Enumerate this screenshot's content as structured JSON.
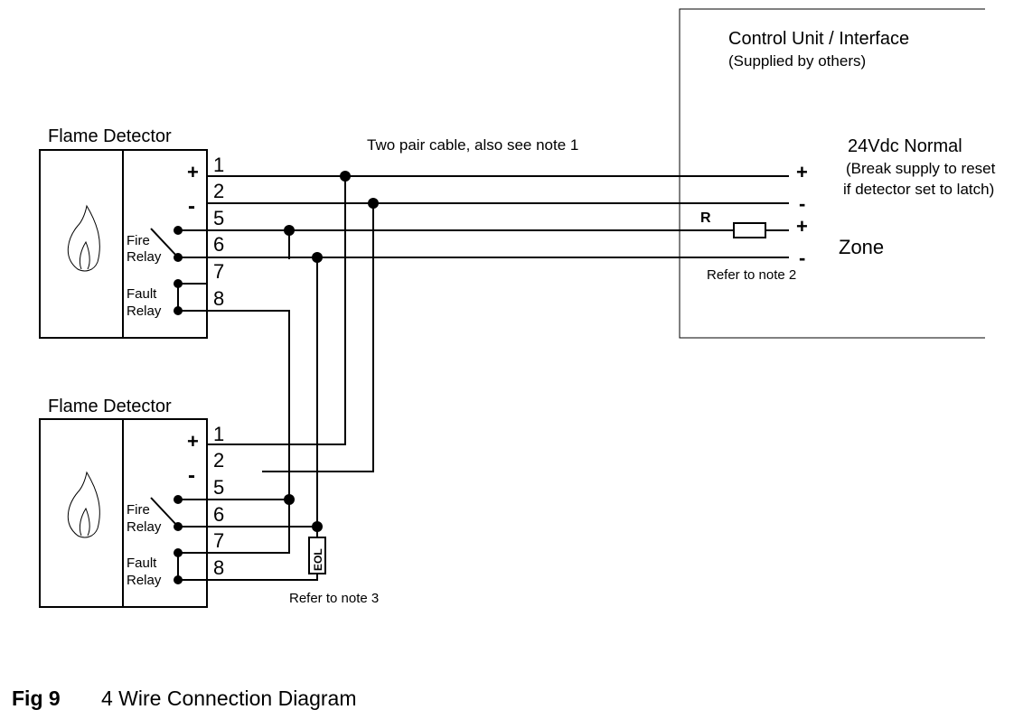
{
  "control_unit": {
    "title": "Control Unit / Interface",
    "subtitle": "(Supplied by others)",
    "supply_title": "24Vdc Normal",
    "supply_note_line1": "(Break supply to reset",
    "supply_note_line2": "if detector set to latch)",
    "zone_label": "Zone",
    "resistor_label": "R",
    "resistor_note": "Refer to note 2",
    "terminal_plus": "+",
    "terminal_minus": "-"
  },
  "cable_label": "Two pair cable, also see note 1",
  "eol": {
    "label": "EOL",
    "note": "Refer to note 3"
  },
  "detectors": [
    {
      "title": "Flame Detector",
      "plus": "+",
      "minus": "-",
      "fire_relay_line1": "Fire",
      "fire_relay_line2": "Relay",
      "fault_relay_line1": "Fault",
      "fault_relay_line2": "Relay",
      "terminals": [
        "1",
        "2",
        "5",
        "6",
        "7",
        "8"
      ]
    },
    {
      "title": "Flame Detector",
      "plus": "+",
      "minus": "-",
      "fire_relay_line1": "Fire",
      "fire_relay_line2": "Relay",
      "fault_relay_line1": "Fault",
      "fault_relay_line2": "Relay",
      "terminals": [
        "1",
        "2",
        "5",
        "6",
        "7",
        "8"
      ]
    }
  ],
  "caption": {
    "figure": "Fig 9",
    "title": "4 Wire Connection Diagram"
  }
}
